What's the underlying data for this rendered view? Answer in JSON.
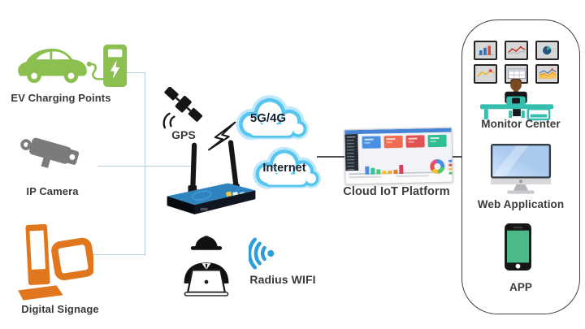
{
  "nodes": {
    "ev_charging": {
      "label": "EV Charging Points"
    },
    "ip_camera": {
      "label": "IP Camera"
    },
    "digital_signage": {
      "label": "Digital Signage"
    },
    "gps": {
      "label": "GPS"
    },
    "network_5g": {
      "label": "5G/4G"
    },
    "internet": {
      "label": "Internet"
    },
    "radius_wifi": {
      "label": "Radius WIFI"
    },
    "cloud_iot_platform": {
      "label": "Cloud IoT Platform"
    },
    "monitor_center": {
      "label": "Monitor Center"
    },
    "web_application": {
      "label": "Web Application"
    },
    "app": {
      "label": "APP"
    }
  },
  "colors": {
    "ev-green": "#8bbf4f",
    "camera-gray": "#7b7b7b",
    "signage-orange": "#e0771f",
    "cloud-blue": "#56c5f0",
    "cloud-halo": "#bfe8fb",
    "wifi-blue": "#2b9fd8",
    "desk-teal": "#35bdae",
    "phone-green": "#4db888",
    "screen-blue": "#a9c9ef",
    "line-light": "#b7ced8",
    "line-dark": "#4f4f4f",
    "dash-blue": "#4583d6",
    "card-blue": "#4a90e2",
    "card-orange": "#ef6b52",
    "card-red": "#e25454",
    "card-teal": "#2fbf91"
  },
  "dashboard": {
    "side_menu": [
      {
        "c": "#b8c2d0",
        "w": 11,
        "h": 3
      },
      {
        "c": "#828c9a",
        "w": 9,
        "h": 2
      },
      {
        "c": "#828c9a",
        "w": 9,
        "h": 2
      },
      {
        "c": "#828c9a",
        "w": 9,
        "h": 2
      },
      {
        "c": "#828c9a",
        "w": 9,
        "h": 2
      },
      {
        "c": "#828c9a",
        "w": 9,
        "h": 2
      },
      {
        "c": "#828c9a",
        "w": 9,
        "h": 2
      },
      {
        "c": "#828c9a",
        "w": 9,
        "h": 2
      },
      {
        "c": "#828c9a",
        "w": 9,
        "h": 2
      },
      {
        "c": "#828c9a",
        "w": 9,
        "h": 2
      },
      {
        "c": "#828c9a",
        "w": 9,
        "h": 2
      }
    ],
    "bars": [
      {
        "c": "#4a90e2",
        "w": 5,
        "h": 10
      },
      {
        "c": "#35c4a0",
        "w": 5,
        "h": 8
      },
      {
        "c": "#49c96b",
        "w": 5,
        "h": 6
      },
      {
        "c": "#f2c230",
        "w": 5,
        "h": 4
      },
      {
        "c": "#f2a930",
        "w": 5,
        "h": 4
      },
      {
        "c": "#f07830",
        "w": 5,
        "h": 5
      },
      {
        "c": "#d8415a",
        "w": 5,
        "h": 11
      }
    ],
    "donut": [
      {
        "c": "#4a90e2",
        "p": 28
      },
      {
        "c": "#49c96b",
        "p": 20
      },
      {
        "c": "#f2c230",
        "p": 17
      },
      {
        "c": "#e45050",
        "p": 20
      },
      {
        "c": "#ea4f8b",
        "p": 15
      }
    ],
    "legend": [
      {
        "c": "#4a90e2",
        "w": 14,
        "h": 2.5
      },
      {
        "c": "#e45050",
        "w": 14,
        "h": 2.5
      },
      {
        "c": "#f2c230",
        "w": 14,
        "h": 2.5
      },
      {
        "c": "#49c96b",
        "w": 14,
        "h": 2.5
      }
    ],
    "footer_left": [
      {
        "c": "#c4cad3",
        "w": 48,
        "h": 2
      },
      {
        "c": "#d6dae0",
        "w": 40,
        "h": 2
      }
    ],
    "footer_right": [
      {
        "c": "#c4cad3",
        "w": 48,
        "h": 2
      },
      {
        "c": "#d6dae0",
        "w": 40,
        "h": 2
      }
    ]
  }
}
